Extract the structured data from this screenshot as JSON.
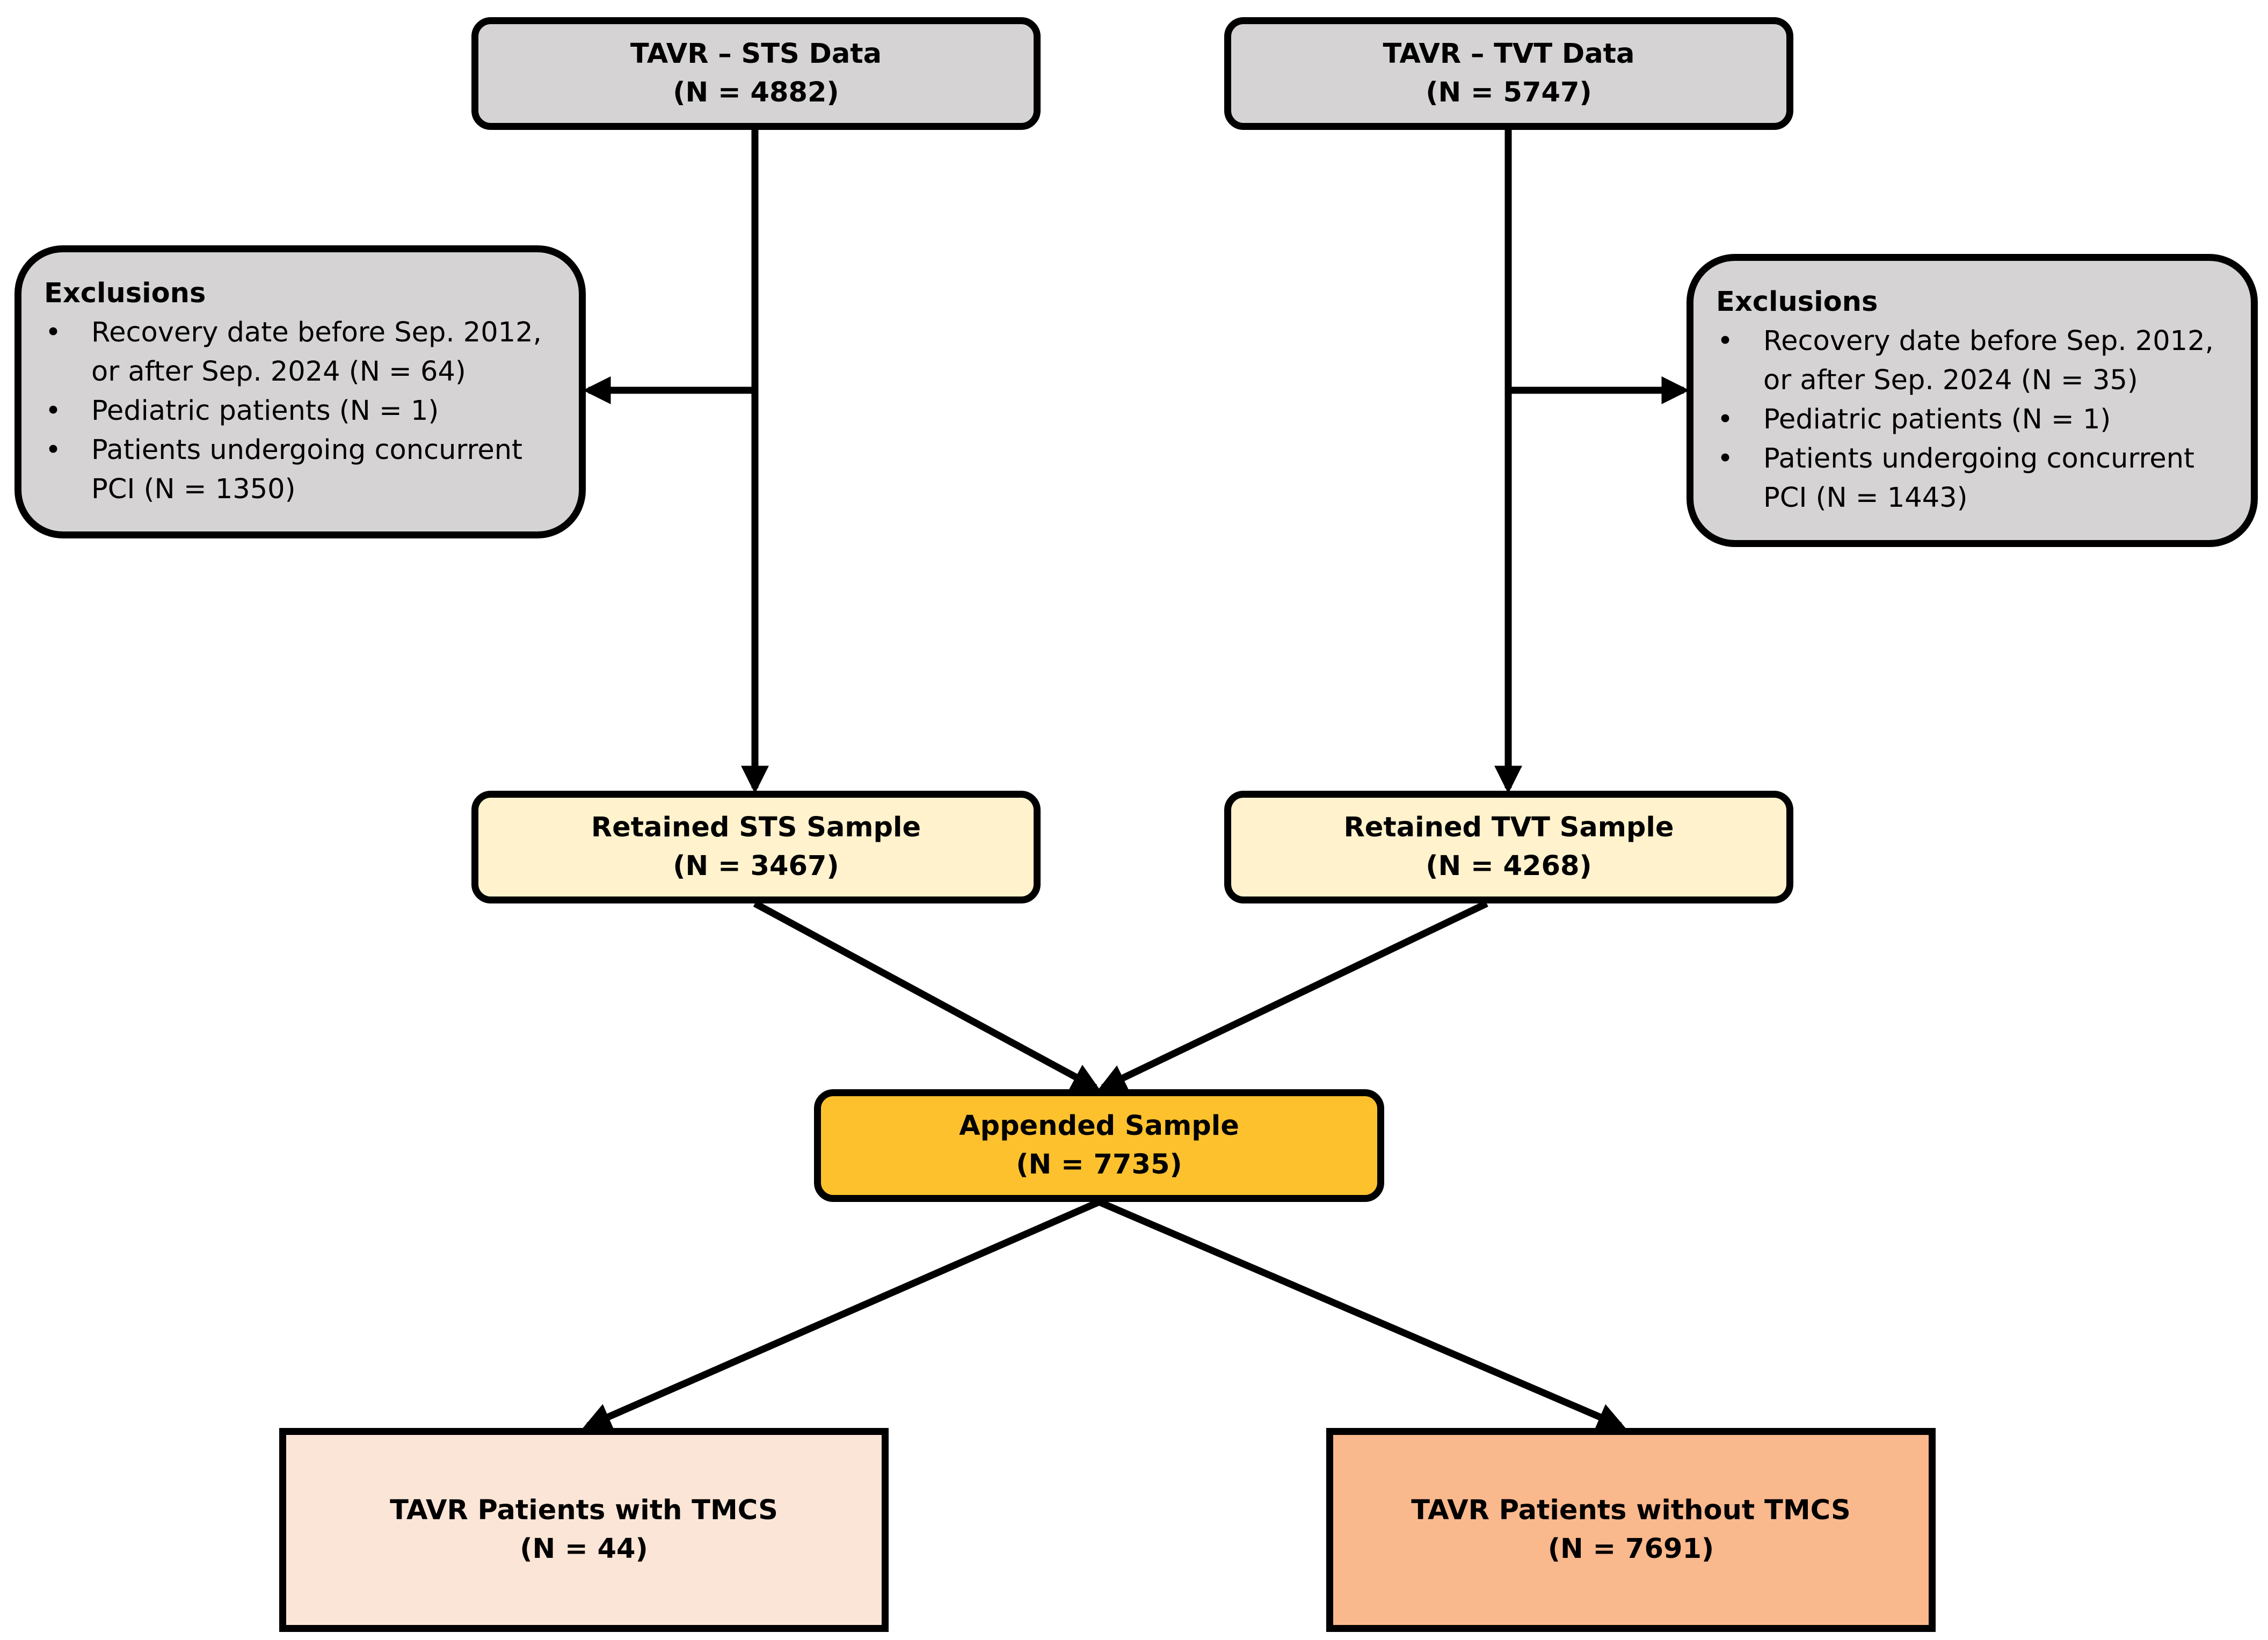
{
  "nodes": {
    "sts_data": {
      "title": "TAVR – STS Data",
      "count": "(N = 4882)"
    },
    "tvt_data": {
      "title": "TAVR – TVT Data",
      "count": "(N = 5747)"
    },
    "retained_sts": {
      "title": "Retained STS Sample",
      "count": "(N = 3467)"
    },
    "retained_tvt": {
      "title": "Retained TVT Sample",
      "count": "(N = 4268)"
    },
    "appended": {
      "title": "Appended Sample",
      "count": "(N = 7735)"
    },
    "with_tmcs": {
      "title": "TAVR Patients with TMCS",
      "count": "(N = 44)"
    },
    "without_tmcs": {
      "title": "TAVR Patients without TMCS",
      "count": "(N = 7691)"
    }
  },
  "exclusions_left": {
    "title": "Exclusions",
    "bullet": "•",
    "items": [
      "Recovery date before Sep. 2012, or after Sep. 2024 (N = 64)",
      "Pediatric patients (N = 1)",
      "Patients undergoing concurrent PCI (N = 1350)"
    ]
  },
  "exclusions_right": {
    "title": "Exclusions",
    "bullet": "•",
    "items": [
      "Recovery date before Sep. 2012, or after Sep. 2024 (N = 35)",
      "Pediatric patients (N = 1)",
      "Patients undergoing concurrent PCI (N = 1443)"
    ]
  },
  "colors": {
    "source_box": "#d5d3d4",
    "retained_box": "#fff2cd",
    "appended_box": "#fdc12e",
    "with_tmcs_box": "#fbe5d6",
    "without_tmcs_box": "#fab88d",
    "border": "#000000"
  }
}
